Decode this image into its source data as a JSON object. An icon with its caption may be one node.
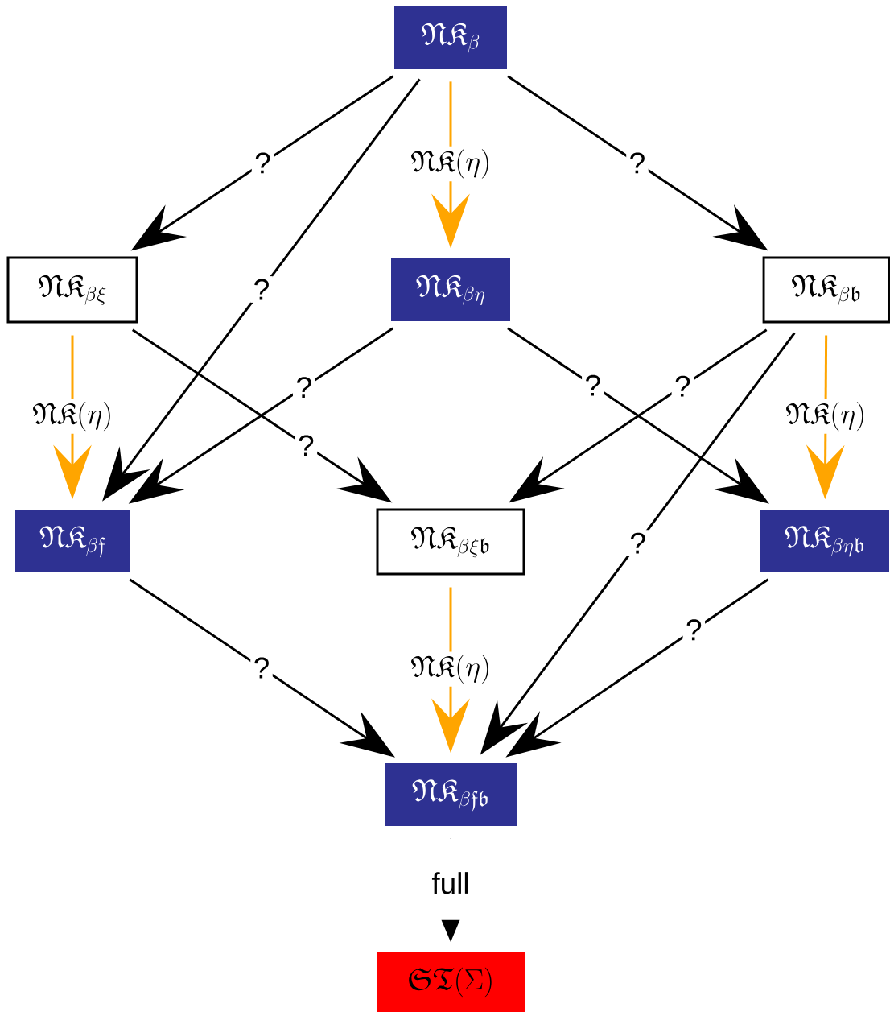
{
  "diagram": {
    "nodes": [
      {
        "text": [
          "\\mathfrak{NK}_{\\beta}"
        ]
      },
      {
        "text": [
          "\\mathfrak{NK}_{\\beta\\xi}"
        ]
      },
      {
        "text": [
          "\\mathfrak{NK}_{\\beta\\eta}"
        ]
      },
      {
        "text": [
          "\\mathfrak{NK}_{\\beta\\mathfrak{b}}"
        ]
      },
      {
        "text": [
          "\\mathfrak{NK}_{\\beta\\mathfrak{f}}"
        ]
      },
      {
        "text": [
          "\\mathfrak{NK}_{\\beta\\xi\\mathfrak{b}}"
        ]
      },
      {
        "text": [
          "\\mathfrak{NK}_{\\beta\\eta\\mathfrak{b}}"
        ]
      },
      {
        "text": [
          "\\mathfrak{NK}_{\\beta\\mathfrak{f}\\mathfrak{b}}"
        ]
      },
      {
        "text": [
          "\\mathfrak{ST}(\\Sigma)"
        ]
      }
    ],
    "edges": [
      {
        "from": 0,
        "to": 1,
        "arrow": "to",
        "label": "?"
      },
      {
        "from": 0,
        "to": 4,
        "arrow": "to",
        "label": "?"
      },
      {
        "from": 0,
        "to": 2,
        "arrow": "to",
        "label": "\\mathfrak{NK}(\\eta)",
        "color": "#ffa500"
      },
      {
        "from": 0,
        "to": 3,
        "arrow": "to",
        "label": "?"
      },
      {
        "from": 1,
        "to": 4,
        "arrow": "to",
        "label": "\\mathfrak{NK}(\\eta)",
        "color": "#ffa500"
      },
      {
        "from": 1,
        "to": 5,
        "arrow": "to",
        "label": "?"
      },
      {
        "from": 2,
        "to": 4,
        "arrow": "to",
        "label": "?"
      },
      {
        "from": 2,
        "to": 6,
        "arrow": "to",
        "label": "?"
      },
      {
        "from": 3,
        "to": 5,
        "arrow": "to",
        "label": "?"
      },
      {
        "from": 3,
        "to": 7,
        "arrow": "to",
        "label": "?"
      },
      {
        "from": 3,
        "to": 6,
        "arrow": "to",
        "label": "\\mathfrak{NK}(\\eta)",
        "color": "#ffa500"
      },
      {
        "from": 4,
        "to": 7,
        "arrow": "to",
        "label": "?"
      },
      {
        "from": 5,
        "to": 7,
        "arrow": "to",
        "label": "\\mathfrak{NK}(\\eta)",
        "color": "#ffa500"
      },
      {
        "from": 6,
        "to": 7,
        "arrow": "to",
        "label": "?"
      },
      {
        "from": 7,
        "to": 8,
        "arrow": "to",
        "label": "full",
        "style": "dashed"
      }
    ]
  }
}
